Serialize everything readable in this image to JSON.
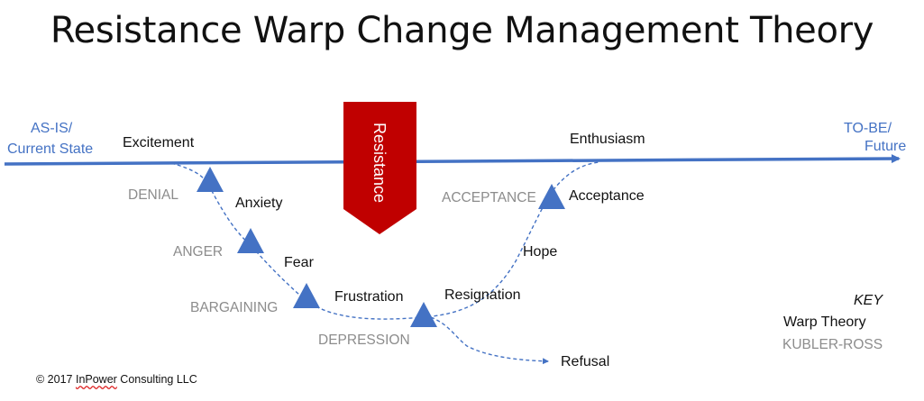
{
  "title": "Resistance Warp Change Management Theory",
  "axis": {
    "left_label_line1": "AS-IS/",
    "left_label_line2": "Current State",
    "right_label_line1": "TO-BE/",
    "right_label_line2": "Future"
  },
  "resistance": {
    "label": "Resistance",
    "color": "#c00000"
  },
  "warp_stages": {
    "excitement": "Excitement",
    "anxiety": "Anxiety",
    "fear": "Fear",
    "frustration": "Frustration",
    "resignation": "Resignation",
    "hope": "Hope",
    "acceptance": "Acceptance",
    "enthusiasm": "Enthusiasm",
    "refusal": "Refusal"
  },
  "kubler_ross_stages": {
    "denial": "DENIAL",
    "anger": "ANGER",
    "bargaining": "BARGAINING",
    "depression": "DEPRESSION",
    "acceptance": "ACCEPTANCE"
  },
  "key": {
    "heading": "KEY",
    "warp_theory": "Warp Theory",
    "kubler_ross": "KUBLER-ROSS"
  },
  "footer": {
    "prefix": "© 2017 ",
    "brand": "InPower",
    "suffix": " Consulting LLC"
  },
  "colors": {
    "axis": "#4472c4",
    "triangle": "#4472c4",
    "grey_text": "#8c8c8c",
    "resistance": "#c00000"
  }
}
